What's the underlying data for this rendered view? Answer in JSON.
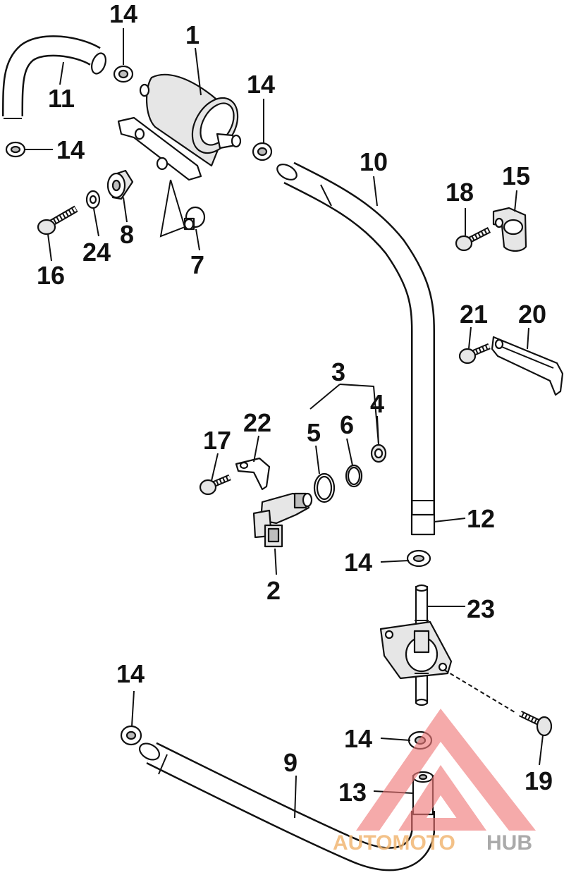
{
  "diagram": {
    "callouts": {
      "p1": "1",
      "p2": "2",
      "p3": "3",
      "p4": "4",
      "p5": "5",
      "p6": "6",
      "p7": "7",
      "p8": "8",
      "p9": "9",
      "p10": "10",
      "p11": "11",
      "p12": "12",
      "p13": "13",
      "p14": "14",
      "p15": "15",
      "p16": "16",
      "p17": "17",
      "p18": "18",
      "p19": "19",
      "p20": "20",
      "p21": "21",
      "p22": "22",
      "p23": "23",
      "p24": "24"
    }
  },
  "watermark": {
    "brand_part_1": "AUTOMOTO",
    "brand_part_2": "HUB",
    "logo_color": "#f07a7a",
    "brand_color_1": "#f2b774",
    "brand_color_2": "#9c9c9c"
  }
}
